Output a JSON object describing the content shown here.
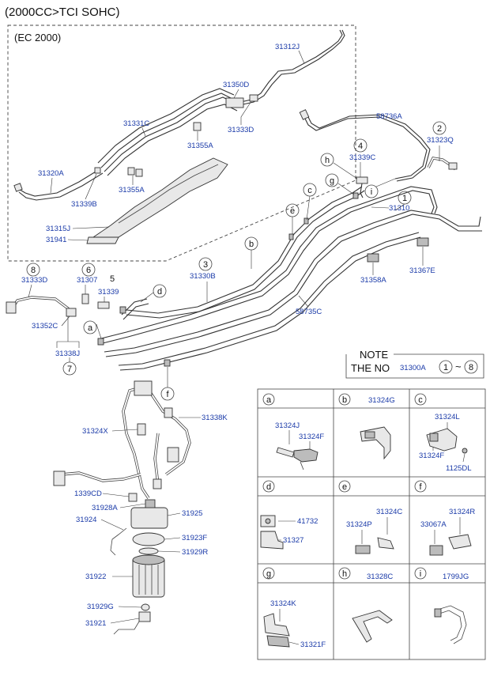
{
  "title": "(2000CC>TCI SOHC)",
  "inset_title": "(EC 2000)",
  "note": {
    "heading": "NOTE",
    "text": "THE NO",
    "ref": "31300A",
    "from": "1",
    "sep": "~",
    "to": "8"
  },
  "labels": {
    "p31312J": "31312J",
    "p31350D": "31350D",
    "p31333D_a": "31333D",
    "p31331C": "31331C",
    "p31355A_a": "31355A",
    "p31320A": "31320A",
    "p31355A_b": "31355A",
    "p31339B": "31339B",
    "p31315J": "31315J",
    "p31941": "31941",
    "p58736A": "58736A",
    "p31323Q": "31323Q",
    "p31339C": "31339C",
    "p31310": "31310",
    "p31333D_b": "31333D",
    "p31307": "31307",
    "p31339": "31339",
    "p31330B": "31330B",
    "p31358A": "31358A",
    "p31367E": "31367E",
    "p31352C": "31352C",
    "p31338J": "31338J",
    "p58735C": "58735C",
    "p31338K": "31338K",
    "p31324X": "31324X",
    "p1339CD": "1339CD",
    "p31928A": "31928A",
    "p31925": "31925",
    "p31924": "31924",
    "p31923F": "31923F",
    "p31929R": "31929R",
    "p31922": "31922",
    "p31929G": "31929G",
    "p31921": "31921"
  },
  "circled": {
    "c1": "1",
    "c2": "2",
    "c3": "3",
    "c4": "4",
    "c5": "5",
    "c6": "6",
    "c7": "7",
    "c8": "8",
    "ca": "a",
    "cb": "b",
    "cc": "c",
    "cd": "d",
    "ce": "e",
    "cf": "f",
    "cg": "g",
    "ch": "h",
    "ci": "i"
  },
  "detail_cells": [
    {
      "letter": "a",
      "parts": [
        "31324J",
        "31324F"
      ]
    },
    {
      "letter": "b",
      "parts": [
        "31324G"
      ]
    },
    {
      "letter": "c",
      "parts": [
        "31324L",
        "31324F",
        "1125DL"
      ]
    },
    {
      "letter": "d",
      "parts": [
        "41732",
        "31327"
      ]
    },
    {
      "letter": "e",
      "parts": [
        "31324C",
        "31324P"
      ]
    },
    {
      "letter": "f",
      "parts": [
        "31324R",
        "33067A"
      ]
    },
    {
      "letter": "g",
      "parts": [
        "31324K",
        "31321F"
      ]
    },
    {
      "letter": "h",
      "parts": [
        "31328C"
      ]
    },
    {
      "letter": "i",
      "parts": [
        "1799JG"
      ]
    }
  ]
}
